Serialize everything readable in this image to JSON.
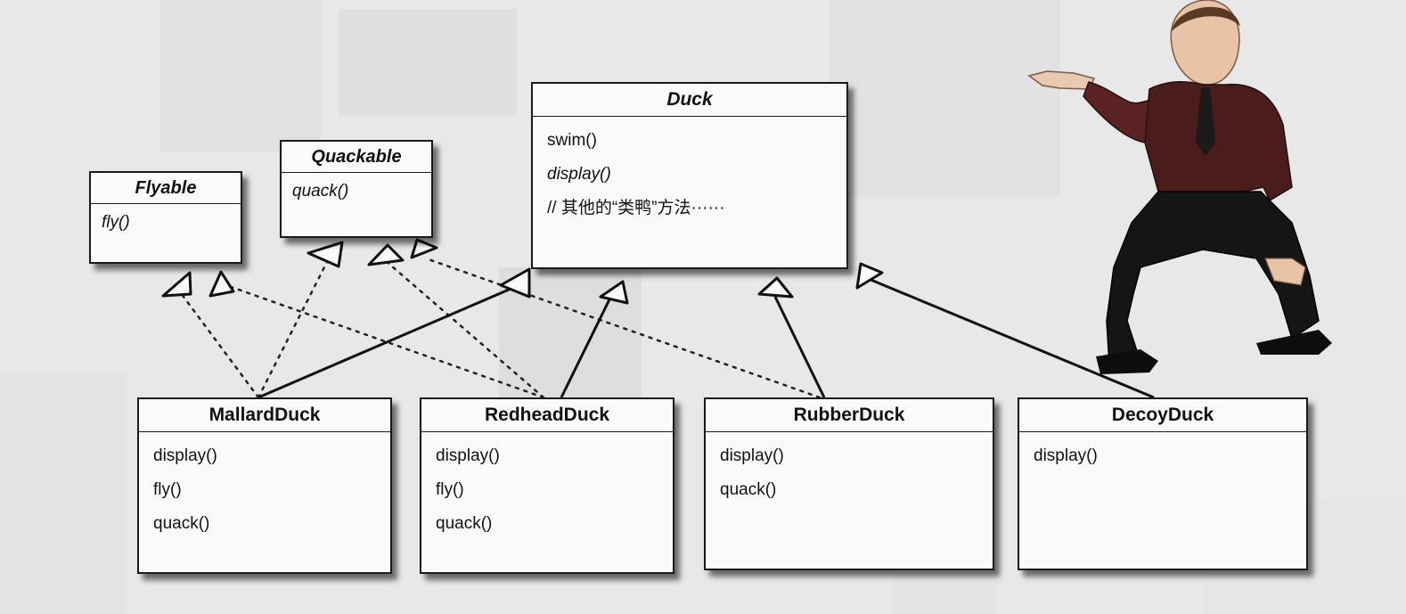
{
  "classes": {
    "duck": {
      "name": "Duck",
      "methods": [
        "swim()",
        "display()",
        "// 其他的“类鸭”方法······"
      ]
    },
    "flyable": {
      "name": "Flyable",
      "methods": [
        "fly()"
      ]
    },
    "quackable": {
      "name": "Quackable",
      "methods": [
        "quack()"
      ]
    },
    "mallard": {
      "name": "MallardDuck",
      "methods": [
        "display()",
        "fly()",
        "quack()"
      ]
    },
    "redhead": {
      "name": "RedheadDuck",
      "methods": [
        "display()",
        "fly()",
        "quack()"
      ]
    },
    "rubber": {
      "name": "RubberDuck",
      "methods": [
        "display()",
        "quack()"
      ]
    },
    "decoy": {
      "name": "DecoyDuck",
      "methods": [
        "display()"
      ]
    }
  },
  "relations": [
    {
      "from": "MallardDuck",
      "to": "Duck",
      "type": "inheritance"
    },
    {
      "from": "RedheadDuck",
      "to": "Duck",
      "type": "inheritance"
    },
    {
      "from": "RubberDuck",
      "to": "Duck",
      "type": "inheritance"
    },
    {
      "from": "DecoyDuck",
      "to": "Duck",
      "type": "inheritance"
    },
    {
      "from": "MallardDuck",
      "to": "Flyable",
      "type": "realization"
    },
    {
      "from": "MallardDuck",
      "to": "Quackable",
      "type": "realization"
    },
    {
      "from": "RedheadDuck",
      "to": "Flyable",
      "type": "realization"
    },
    {
      "from": "RedheadDuck",
      "to": "Quackable",
      "type": "realization"
    },
    {
      "from": "RubberDuck",
      "to": "Quackable",
      "type": "realization"
    }
  ],
  "colors": {
    "box_fill": "#fafafa",
    "line": "#1a1a1a",
    "background": "#e9e9e9"
  }
}
